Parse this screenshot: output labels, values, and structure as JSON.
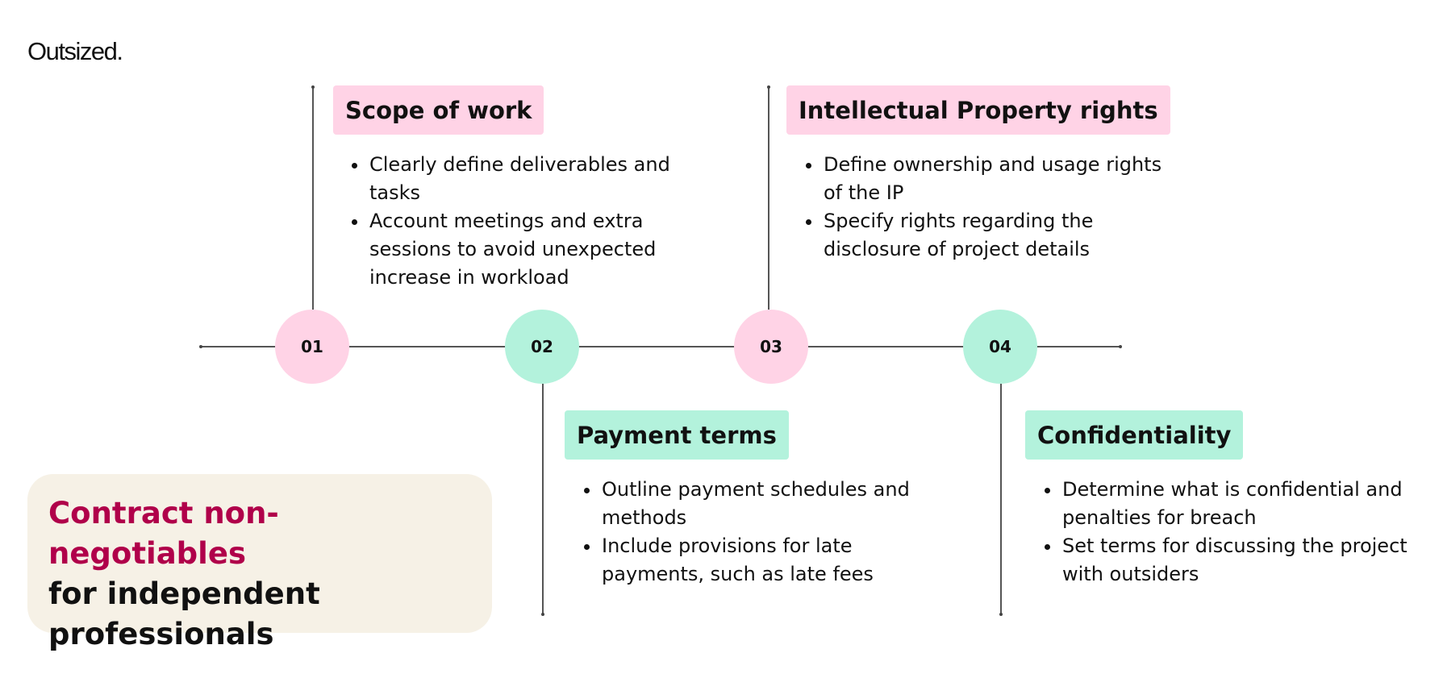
{
  "logo": "Outsized.",
  "colors": {
    "pink": "#ffd3e6",
    "mint": "#b3f2dc",
    "accent": "#b0004a",
    "panel": "#f6f1e6"
  },
  "steps": [
    {
      "number": "01",
      "title": "Scope of work",
      "bullets": [
        "Clearly define deliverables and tasks",
        "Account meetings and extra sessions to avoid unexpected increase in workload"
      ]
    },
    {
      "number": "02",
      "title": "Payment terms",
      "bullets": [
        "Outline payment schedules and methods",
        "Include provisions for late payments, such as late fees"
      ]
    },
    {
      "number": "03",
      "title": "Intellectual Property rights",
      "bullets": [
        "Define ownership and usage rights of the IP",
        "Specify rights regarding the disclosure of project details"
      ]
    },
    {
      "number": "04",
      "title": "Confidentiality",
      "bullets": [
        "Determine what is confidential and penalties for breach",
        "Set terms for discussing the project with outsiders"
      ]
    }
  ],
  "hero": {
    "accent_line": "Contract non-negotiables",
    "rest": "for independent professionals"
  }
}
